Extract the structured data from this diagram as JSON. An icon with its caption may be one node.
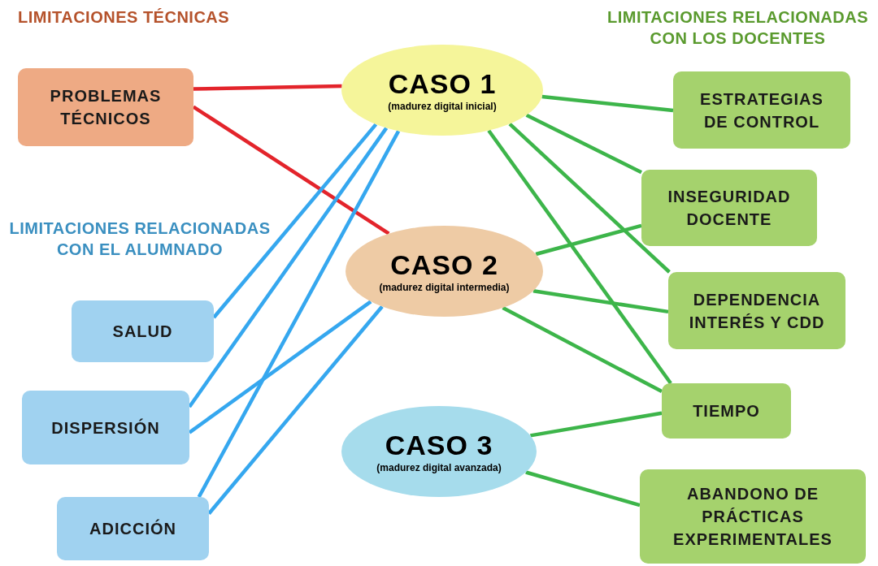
{
  "diagram": {
    "nodes": [
      {
        "text": [
          "PROBLEMAS TÉCNICOS"
        ]
      },
      {
        "text": [
          "CASO 1",
          "(madurez digital inicial)"
        ]
      },
      {
        "text": [
          "ESTRATEGIAS DE CONTROL"
        ]
      },
      {
        "text": [
          "INSEGURIDAD DOCENTE"
        ]
      },
      {
        "text": [
          "CASO 2",
          "(madurez digital intermedia)"
        ]
      },
      {
        "text": [
          "SALUD"
        ]
      },
      {
        "text": [
          "DEPENDENCIA INTERÉS Y CDD"
        ]
      },
      {
        "text": [
          "DISPERSIÓN"
        ]
      },
      {
        "text": [
          "TIEMPO"
        ]
      },
      {
        "text": [
          "CASO 3",
          "(madurez digital avanzada)"
        ]
      },
      {
        "text": [
          "ADICCIÓN"
        ]
      },
      {
        "text": [
          "ABANDONO DE PRÁCTICAS EXPERIMENTALES"
        ]
      }
    ],
    "edges": [
      {
        "from": 0,
        "to": 1,
        "arrow": "none",
        "color": "#e3242b"
      },
      {
        "from": 0,
        "to": 4,
        "arrow": "none",
        "color": "#e3242b"
      },
      {
        "from": 1,
        "to": 5,
        "arrow": "none",
        "color": "#35a7ef"
      },
      {
        "from": 1,
        "to": 7,
        "arrow": "none",
        "color": "#35a7ef"
      },
      {
        "from": 1,
        "to": 10,
        "arrow": "none",
        "color": "#35a7ef"
      },
      {
        "from": 4,
        "to": 7,
        "arrow": "none",
        "color": "#35a7ef"
      },
      {
        "from": 4,
        "to": 10,
        "arrow": "none",
        "color": "#35a7ef"
      },
      {
        "from": 1,
        "to": 2,
        "arrow": "none"
      },
      {
        "from": 1,
        "to": 3,
        "arrow": "none"
      },
      {
        "from": 1,
        "to": 6,
        "arrow": "none"
      },
      {
        "from": 1,
        "to": 8,
        "arrow": "none"
      },
      {
        "from": 4,
        "to": 3,
        "arrow": "none"
      },
      {
        "from": 4,
        "to": 6,
        "arrow": "none"
      },
      {
        "from": 4,
        "to": 8,
        "arrow": "none"
      },
      {
        "from": 9,
        "to": 8,
        "arrow": "none"
      },
      {
        "from": 9,
        "to": 11,
        "arrow": "none"
      }
    ],
    "labels": [
      "LIMITACIONES TÉCNICAS",
      "LIMITACIONES RELACIONADAS CON LOS DOCENTES",
      "LIMITACIONES RELACIONADAS CON EL ALUMNADO"
    ]
  }
}
